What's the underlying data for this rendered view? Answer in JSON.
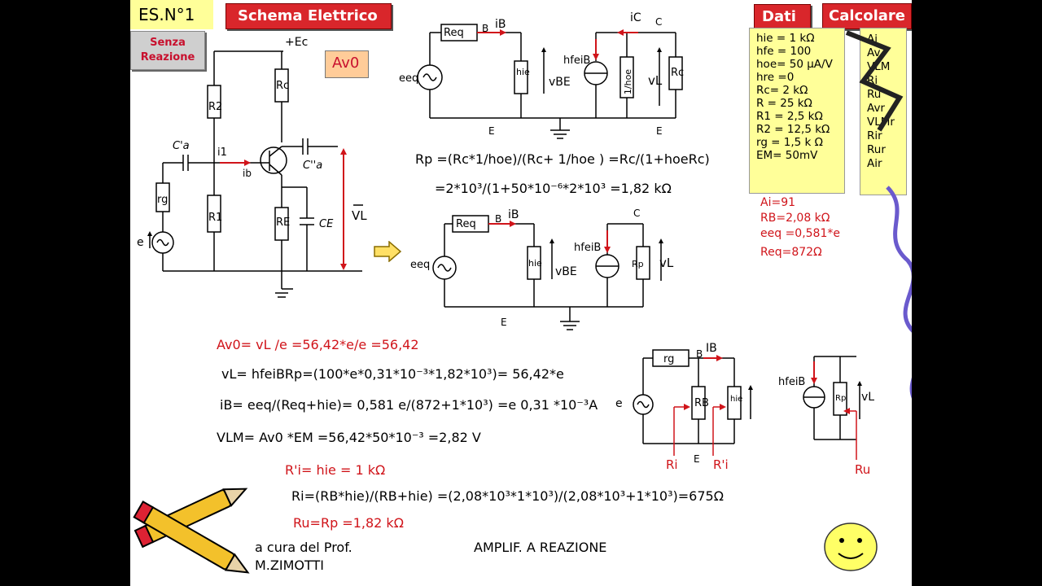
{
  "header": {
    "exercise": "ES.N°1",
    "title": "Schema Elettrico",
    "subtitle": "Senza Reazione",
    "av0_badge": "Av0"
  },
  "dati": {
    "label": "Dati",
    "items": [
      "hie = 1 kΩ",
      "hfe = 100",
      "hoe= 50 μA/V",
      "hre =0",
      "Rc= 2 kΩ",
      "R = 25 kΩ",
      "R1 = 2,5 kΩ",
      "R2 = 12,5 kΩ",
      "rg = 1,5 k Ω",
      "EM= 50mV"
    ]
  },
  "calcolare": {
    "label": "Calcolare",
    "items": [
      "Ai",
      "Av",
      "VLM",
      "Ri",
      "Ru",
      "Avr",
      "VLMr",
      "Rir",
      "Rur",
      "Air"
    ]
  },
  "results": [
    "Ai=91",
    "RB=2,08 kΩ",
    "eeq =0,581*e",
    "Req=872Ω"
  ],
  "formulas": {
    "rp1": "Rp =(Rc*1/hoe)/(Rc+ 1/hoe ) =Rc/(1+hoeRc)",
    "rp2": "=2*10³/(1+50*10⁻⁶*2*10³ =1,82 kΩ",
    "av0": "Av0= vL /e =56,42*e/e  =56,42",
    "vl": "vL= hfeiBRp=(100*e*0,31*10⁻³*1,82*10³)=   56,42*e",
    "ib": "iB= eeq/(Req+hie)= 0,581 e/(872+1*10³) =e 0,31 *10⁻³A",
    "vlm": "VLM= Av0 *EM =56,42*50*10⁻³ =2,82 V",
    "ri_prime": "R'i=   hie = 1 kΩ",
    "ri": "Ri=(RB*hie)/(RB+hie) =(2,08*10³*1*10³)/(2,08*10³+1*10³)=675Ω",
    "ru": "Ru=Rp =1,82 kΩ"
  },
  "footer": {
    "author_line1": "a cura del Prof.",
    "author_line2": "M.ZIMOTTI",
    "topic": "AMPLIF. A  REAZIONE"
  },
  "circuit_labels": {
    "ec": "+Ec",
    "c_a": "C'a",
    "c_a2": "C''a",
    "i1": "i1",
    "ib_main": "ib",
    "rg": "rg",
    "r2": "R2",
    "r1": "R1",
    "rc": "Rc",
    "re": "RE",
    "ce": "CE",
    "e": "e",
    "vl": "VL",
    "eeq": "eeq",
    "req": "Req",
    "b": "B",
    "ib": "iB",
    "ic": "iC",
    "c": "C",
    "hie": "hie",
    "vbe": "vBE",
    "hfeib": "hfeiB",
    "inv_hoe": "1/hoe",
    "vl_small": "vL",
    "e_node": "E",
    "rp": "Rp",
    "ib_cap": "IB",
    "rb": "RB",
    "ri_lbl": "Ri",
    "ri_prime_lbl": "R'i",
    "ru_lbl": "Ru"
  },
  "colors": {
    "accent_red": "#d0141a",
    "badge_red": "#d9262b",
    "note_yellow": "#ffff99"
  }
}
